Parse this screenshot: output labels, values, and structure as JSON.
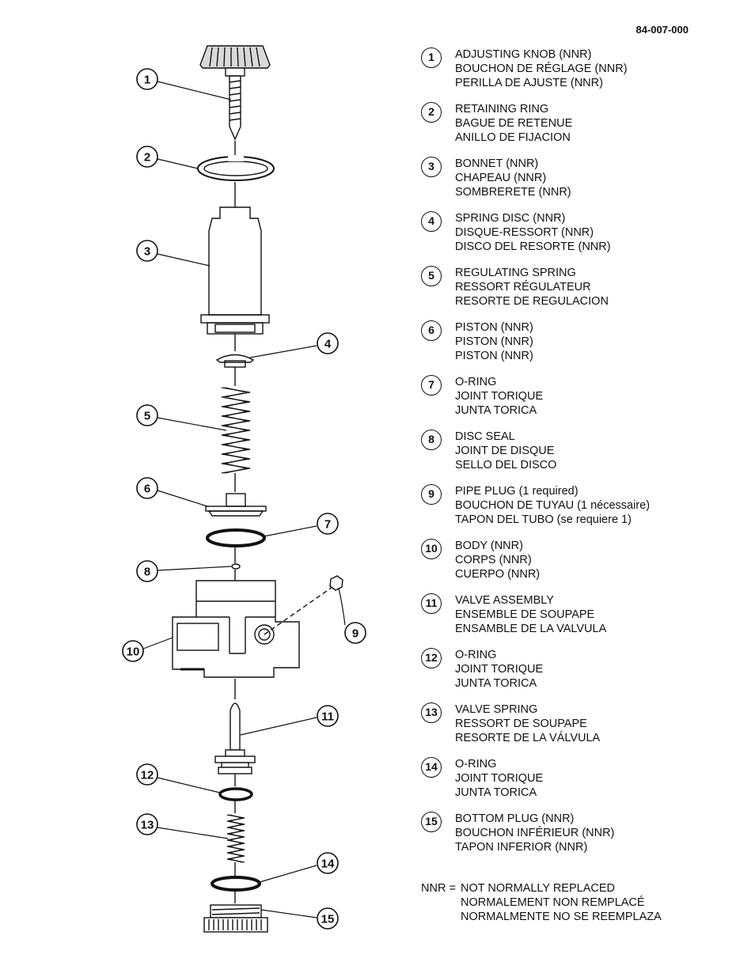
{
  "document_number": "84-007-000",
  "parts": [
    {
      "num": "1",
      "lines": [
        "ADJUSTING KNOB (NNR)",
        "BOUCHON DE RÉGLAGE (NNR)",
        "PERILLA DE AJUSTE (NNR)"
      ]
    },
    {
      "num": "2",
      "lines": [
        "RETAINING RING",
        "BAGUE DE RETENUE",
        "ANILLO DE FIJACION"
      ]
    },
    {
      "num": "3",
      "lines": [
        "BONNET (NNR)",
        "CHAPEAU (NNR)",
        "SOMBRERETE (NNR)"
      ]
    },
    {
      "num": "4",
      "lines": [
        "SPRING DISC (NNR)",
        "DISQUE-RESSORT (NNR)",
        "DISCO DEL RESORTE (NNR)"
      ]
    },
    {
      "num": "5",
      "lines": [
        "REGULATING SPRING",
        "RESSORT RÉGULATEUR",
        "RESORTE DE REGULACION"
      ]
    },
    {
      "num": "6",
      "lines": [
        "PISTON (NNR)",
        "PISTON (NNR)",
        "PISTON (NNR)"
      ]
    },
    {
      "num": "7",
      "lines": [
        "O-RING",
        "JOINT TORIQUE",
        "JUNTA TORICA"
      ]
    },
    {
      "num": "8",
      "lines": [
        "DISC SEAL",
        "JOINT DE DISQUE",
        "SELLO DEL DISCO"
      ]
    },
    {
      "num": "9",
      "lines": [
        "PIPE PLUG (1 required)",
        "BOUCHON DE TUYAU (1 nécessaire)",
        "TAPON DEL TUBO (se requiere 1)"
      ]
    },
    {
      "num": "10",
      "lines": [
        "BODY (NNR)",
        "CORPS (NNR)",
        "CUERPO (NNR)"
      ]
    },
    {
      "num": "11",
      "lines": [
        "VALVE ASSEMBLY",
        "ENSEMBLE DE SOUPAPE",
        "ENSAMBLE DE LA VALVULA"
      ]
    },
    {
      "num": "12",
      "lines": [
        "O-RING",
        "JOINT TORIQUE",
        "JUNTA TORICA"
      ]
    },
    {
      "num": "13",
      "lines": [
        "VALVE SPRING",
        "RESSORT DE SOUPAPE",
        "RESORTE DE LA VÁLVULA"
      ]
    },
    {
      "num": "14",
      "lines": [
        "O-RING",
        "JOINT TORIQUE",
        "JUNTA TORICA"
      ]
    },
    {
      "num": "15",
      "lines": [
        "BOTTOM PLUG (NNR)",
        "BOUCHON INFÉRIEUR (NNR)",
        "TAPON INFERIOR (NNR)"
      ]
    }
  ],
  "nnr_note": {
    "key": "NNR =",
    "lines": [
      "NOT NORMALLY REPLACED",
      "NORMALEMENT NON REMPLACÉ",
      "NORMALMENTE NO SE REEMPLAZA"
    ]
  },
  "callouts": [
    "1",
    "2",
    "3",
    "4",
    "5",
    "6",
    "7",
    "8",
    "9",
    "10",
    "11",
    "12",
    "13",
    "14",
    "15"
  ]
}
